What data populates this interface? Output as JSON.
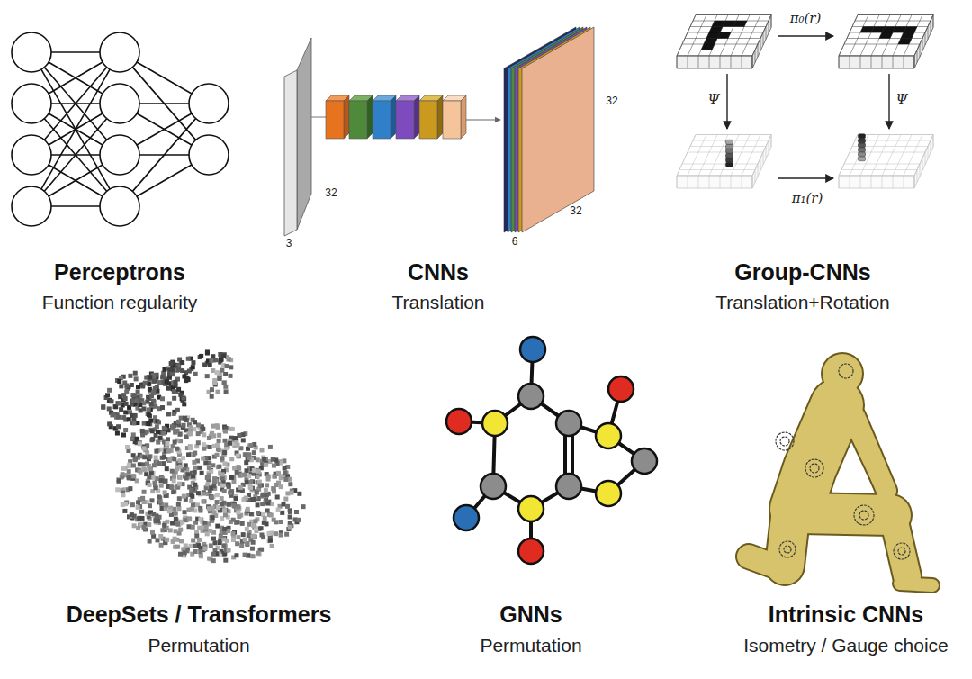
{
  "diagram": {
    "labels": [
      "Perceptrons",
      "Function regularity",
      "32",
      "3",
      "6",
      "32",
      "32",
      "CNNs",
      "Translation",
      "π₀(r)",
      "Ψ",
      "Ψ",
      "π₁(r)",
      "Group-CNNs",
      "Translation+Rotation",
      "DeepSets / Transformers",
      "Permutation",
      "GNNs",
      "Permutation",
      "Intrinsic CNNs",
      "Isometry / Gauge choice"
    ]
  }
}
